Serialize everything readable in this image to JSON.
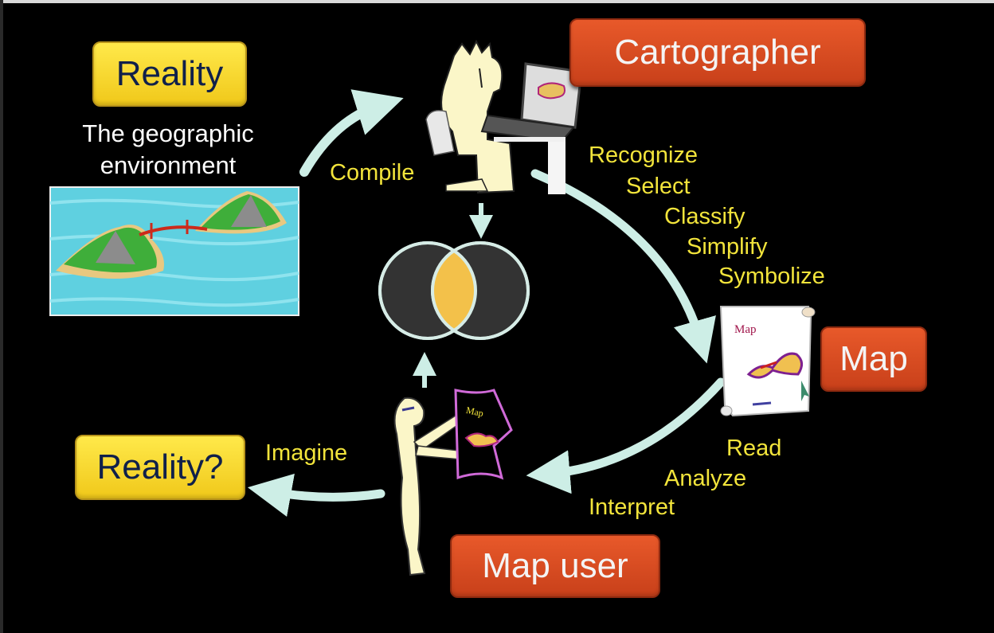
{
  "boxes": {
    "reality": "Reality",
    "cartographer": "Cartographer",
    "map": "Map",
    "reality_question": "Reality?",
    "map_user": "Map user"
  },
  "reality_caption": {
    "line1": "The geographic",
    "line2": "environment"
  },
  "processes": {
    "compile": "Compile",
    "imagine": "Imagine",
    "cartographer_steps": [
      "Recognize",
      "Select",
      "Classify",
      "Simplify",
      "Symbolize"
    ],
    "user_steps": [
      "Read",
      "Analyze",
      "Interpret"
    ]
  },
  "map_scroll_label": "Map",
  "held_map_label": "Map",
  "colors": {
    "yellow_label": "#f2e43b",
    "arrow": "#cdeee6",
    "venn_overlap": "#f3c14a",
    "orange_box": "#d94c22",
    "yellow_box": "#f5d52c"
  }
}
